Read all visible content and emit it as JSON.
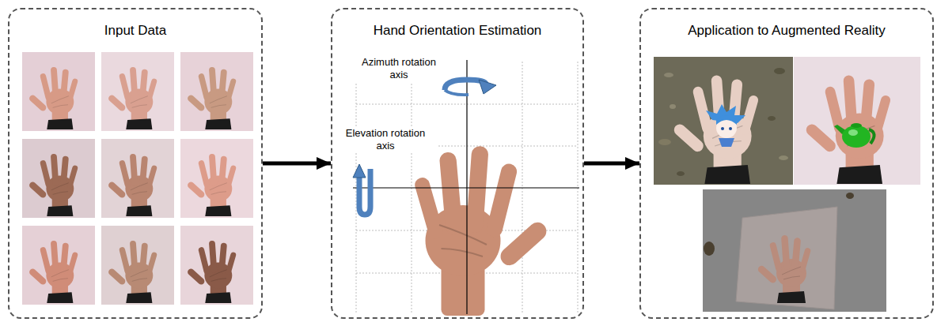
{
  "diagram": {
    "nodes": [
      {
        "text": [
          "Input Data"
        ]
      },
      {
        "text": [
          "Hand Orientation Estimation"
        ]
      },
      {
        "text": [
          "Application to Augmented Reality"
        ]
      }
    ],
    "edges": [
      {
        "from": 0,
        "to": 1,
        "arrow": "to"
      },
      {
        "from": 1,
        "to": 2,
        "arrow": "to"
      }
    ],
    "labels": [
      "Azimuth rotation axis",
      "Elevation rotation axis"
    ]
  }
}
